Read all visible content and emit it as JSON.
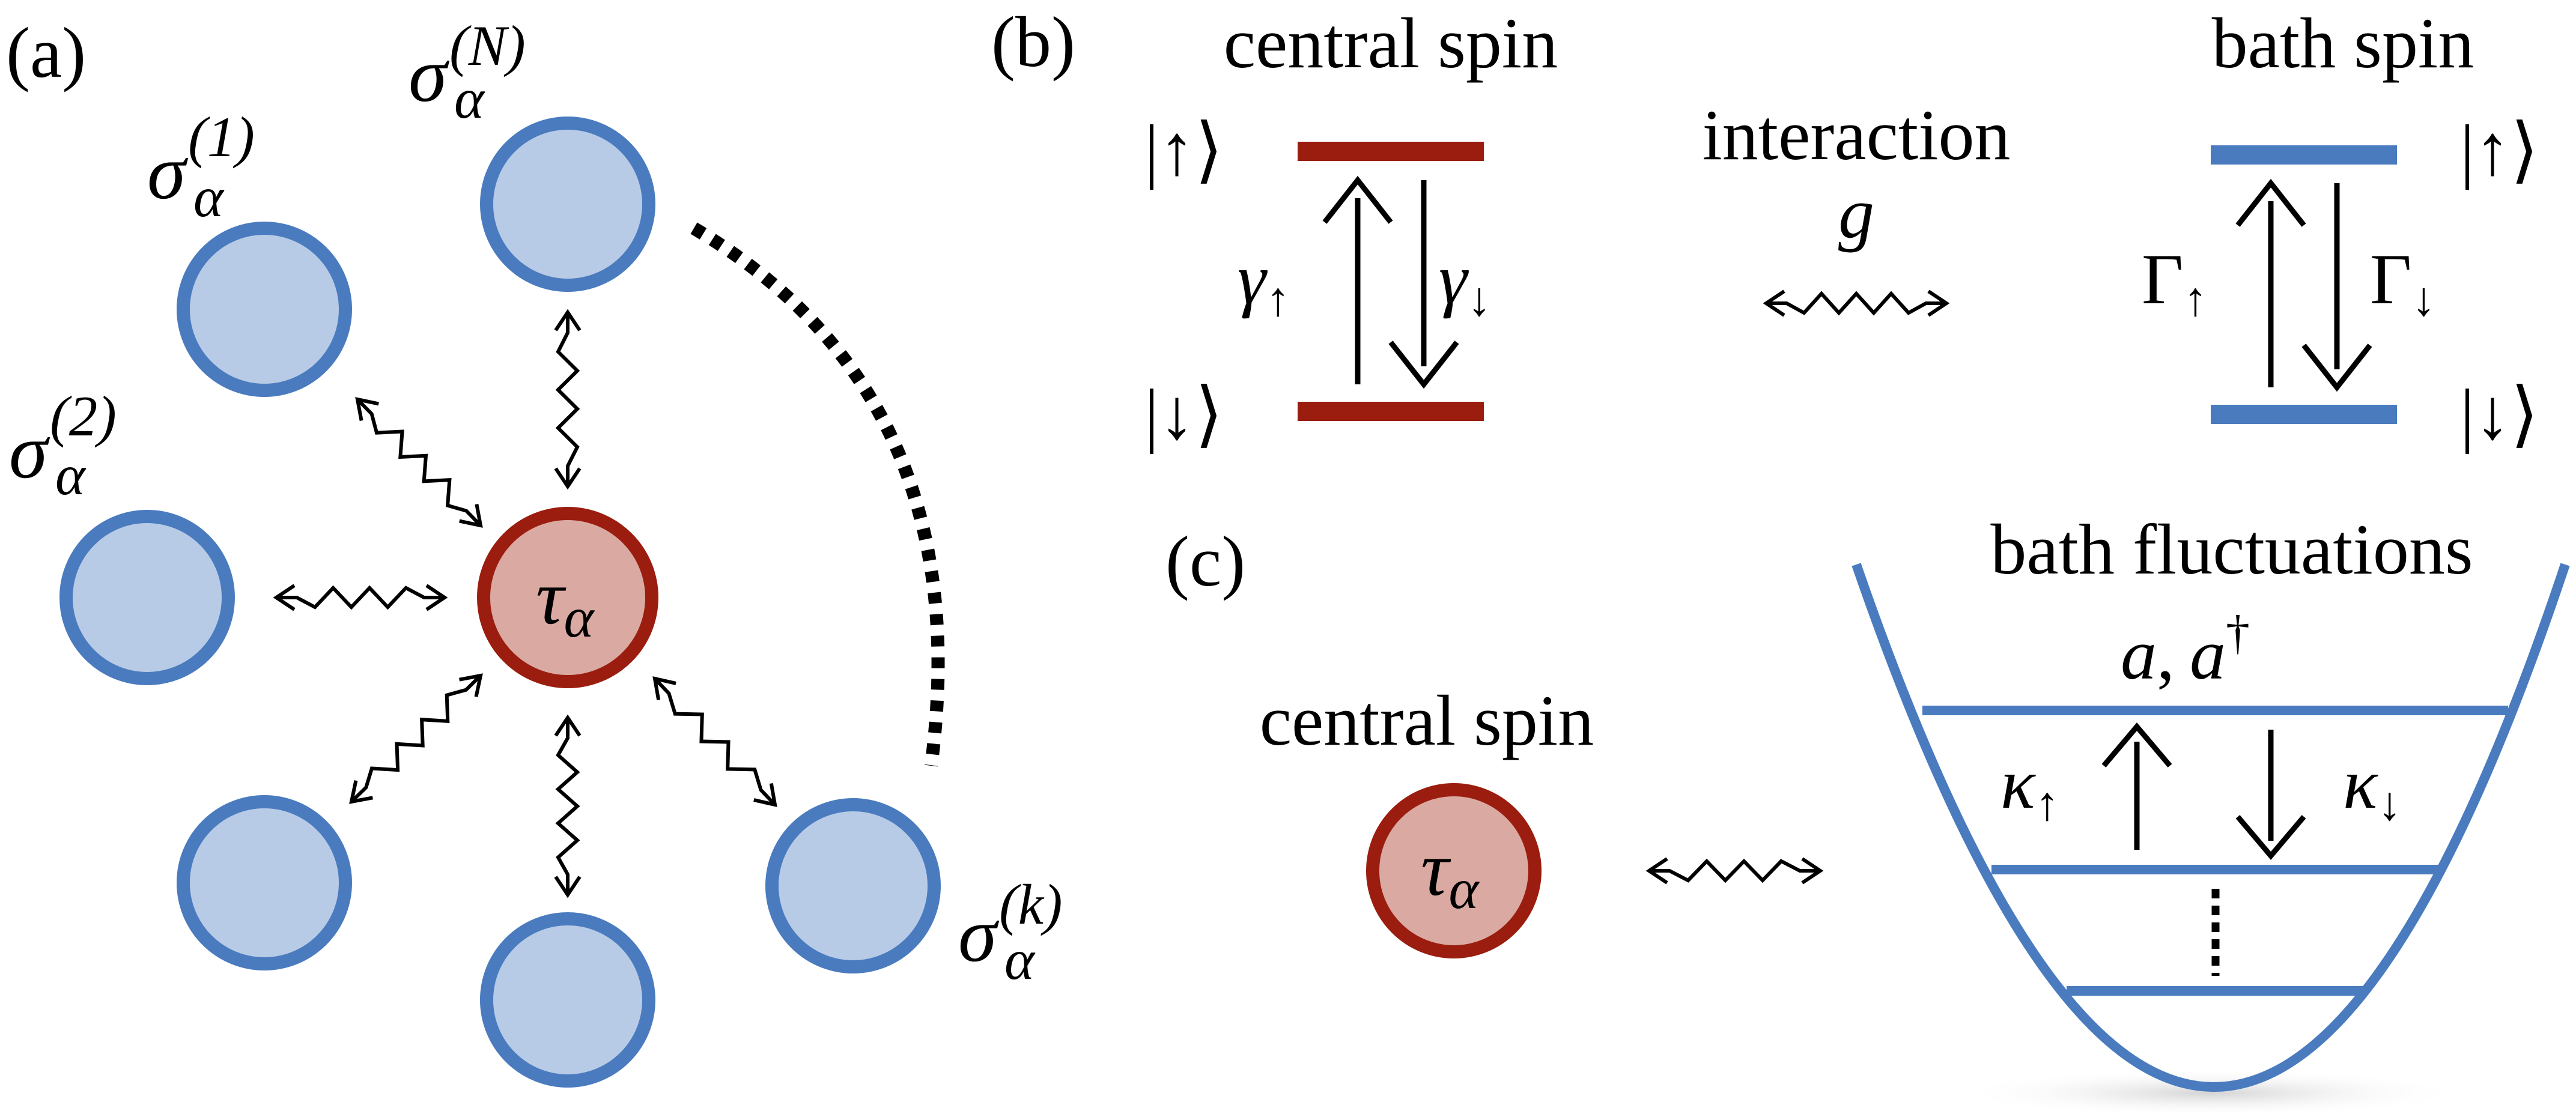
{
  "colors": {
    "bath_fill": "#b8cbe6",
    "bath_stroke": "#4a7bbf",
    "central_fill": "#daaaa2",
    "central_stroke": "#9a1d0f",
    "line": "#000000"
  },
  "panels": {
    "a": {
      "label": "(a)",
      "sigma": "σ",
      "alpha": "α",
      "center_tau": "τ",
      "center_alpha": "α",
      "sup_1": "(1)",
      "sup_2": "(2)",
      "sup_N": "(N)",
      "sup_k": "(k)"
    },
    "b": {
      "label": "(b)",
      "central_title": "central spin",
      "bath_title": "bath spin",
      "ket_up_left": "|↑⟩",
      "ket_down_left": "|↓⟩",
      "ket_up_right": "|↑⟩",
      "ket_down_right": "|↓⟩",
      "gamma": "γ",
      "Gamma": "Γ",
      "up": "↑",
      "down": "↓",
      "interaction": "interaction",
      "coupling": "g"
    },
    "c": {
      "label": "(c)",
      "central_title": "central spin",
      "tau": "τ",
      "alpha": "α",
      "bath_title": "bath fluctuations",
      "ops_a": "a",
      "ops_comma": ",",
      "ops_adag": "a",
      "ops_dagger": "†",
      "kappa": "κ",
      "up": "↑",
      "down": "↓"
    }
  }
}
